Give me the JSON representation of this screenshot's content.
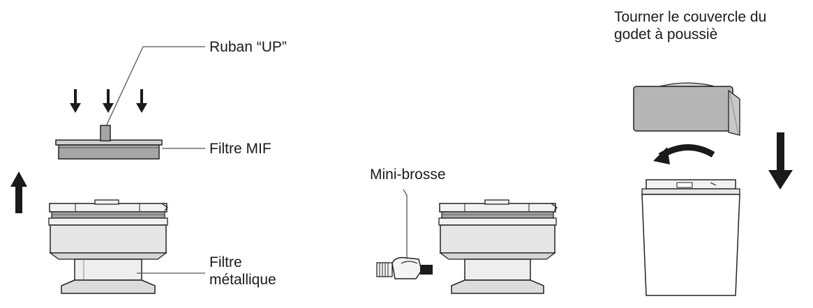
{
  "labels": {
    "ruban": "Ruban “UP”",
    "filtre_mif": "Filtre MIF",
    "filtre_metallique_line1": "Filtre",
    "filtre_metallique_line2": "métallique",
    "mini_brosse": "Mini-brosse",
    "instruction_line1": "Tourner le couvercle du",
    "instruction_line2": "godet à poussiè"
  },
  "colors": {
    "stroke": "#222222",
    "part_fill": "#d9d9d9",
    "part_dark": "#a6a6a6",
    "lid_fill": "#b5b5b5",
    "arrow": "#1a1a1a",
    "leader": "#555555"
  },
  "icons": {
    "press_arrows": "arrow-down-icon",
    "lift_arrow": "arrow-up-icon",
    "rotate_arrow": "rotate-arrow-icon",
    "lower_arrow": "arrow-down-icon"
  }
}
